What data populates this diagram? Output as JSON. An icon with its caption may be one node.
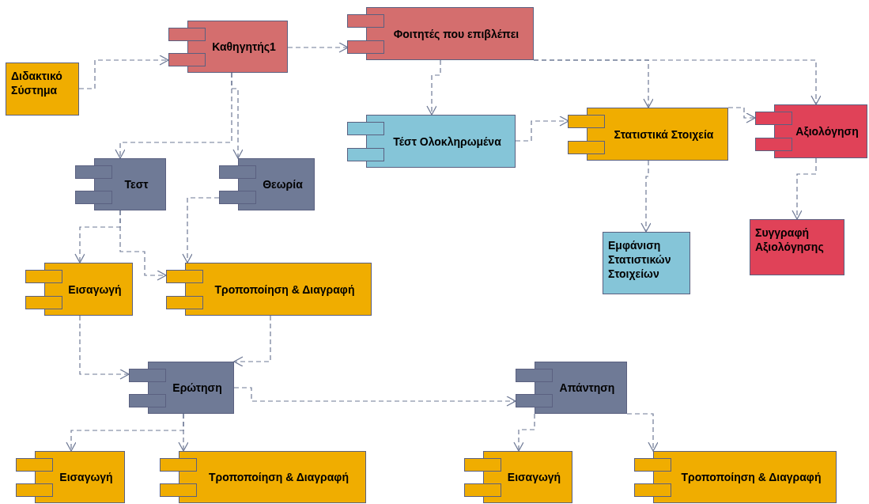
{
  "diagram": {
    "nodes": [
      {
        "text": [
          "Διδακτικό Σύστημα"
        ]
      },
      {
        "text": [
          "Καθηγητής1"
        ]
      },
      {
        "text": [
          "Φοιτητές που επιβλέπει"
        ]
      },
      {
        "text": [
          "Τέστ Ολοκληρωμένα"
        ]
      },
      {
        "text": [
          "Στατιστικά Στοιχεία"
        ]
      },
      {
        "text": [
          "Αξιολόγηση"
        ]
      },
      {
        "text": [
          "Τεστ"
        ]
      },
      {
        "text": [
          "Θεωρία"
        ]
      },
      {
        "text": [
          "Εμφάνιση Στατιστικών Στοιχείων"
        ]
      },
      {
        "text": [
          "Συγγραφή Αξιολόγησης"
        ]
      },
      {
        "text": [
          "Εισαγωγή"
        ]
      },
      {
        "text": [
          "Τροποποίηση & Διαγραφή"
        ]
      },
      {
        "text": [
          "Ερώτηση"
        ]
      },
      {
        "text": [
          "Απάντηση"
        ]
      },
      {
        "text": [
          "Εισαγωγή"
        ]
      },
      {
        "text": [
          "Τροποποίηση & Διαγραφή"
        ]
      },
      {
        "text": [
          "Εισαγωγή"
        ]
      },
      {
        "text": [
          "Τροποποίηση & Διαγραφή"
        ]
      }
    ],
    "edges": [
      {
        "from": 0,
        "to": 1,
        "arrow": "to",
        "style": "dashed"
      },
      {
        "from": 1,
        "to": 2,
        "arrow": "to",
        "style": "dashed"
      },
      {
        "from": 1,
        "to": 6,
        "arrow": "to",
        "style": "dashed"
      },
      {
        "from": 1,
        "to": 7,
        "arrow": "to",
        "style": "dashed"
      },
      {
        "from": 2,
        "to": 3,
        "arrow": "to",
        "style": "dashed"
      },
      {
        "from": 2,
        "to": 4,
        "arrow": "to",
        "style": "dashed"
      },
      {
        "from": 2,
        "to": 5,
        "arrow": "to",
        "style": "dashed"
      },
      {
        "from": 3,
        "to": 4,
        "arrow": "to",
        "style": "dashed"
      },
      {
        "from": 4,
        "to": 5,
        "arrow": "to",
        "style": "dashed"
      },
      {
        "from": 4,
        "to": 8,
        "arrow": "to",
        "style": "dashed"
      },
      {
        "from": 5,
        "to": 9,
        "arrow": "to",
        "style": "dashed"
      },
      {
        "from": 6,
        "to": 10,
        "arrow": "to",
        "style": "dashed"
      },
      {
        "from": 6,
        "to": 11,
        "arrow": "to",
        "style": "dashed"
      },
      {
        "from": 7,
        "to": 11,
        "arrow": "to",
        "style": "dashed"
      },
      {
        "from": 10,
        "to": 12,
        "arrow": "to",
        "style": "dashed"
      },
      {
        "from": 11,
        "to": 12,
        "arrow": "to",
        "style": "dashed"
      },
      {
        "from": 12,
        "to": 13,
        "arrow": "to",
        "style": "dashed"
      },
      {
        "from": 12,
        "to": 14,
        "arrow": "to",
        "style": "dashed"
      },
      {
        "from": 12,
        "to": 15,
        "arrow": "to",
        "style": "dashed"
      },
      {
        "from": 13,
        "to": 16,
        "arrow": "to",
        "style": "dashed"
      },
      {
        "from": 13,
        "to": 17,
        "arrow": "to",
        "style": "dashed"
      }
    ]
  }
}
